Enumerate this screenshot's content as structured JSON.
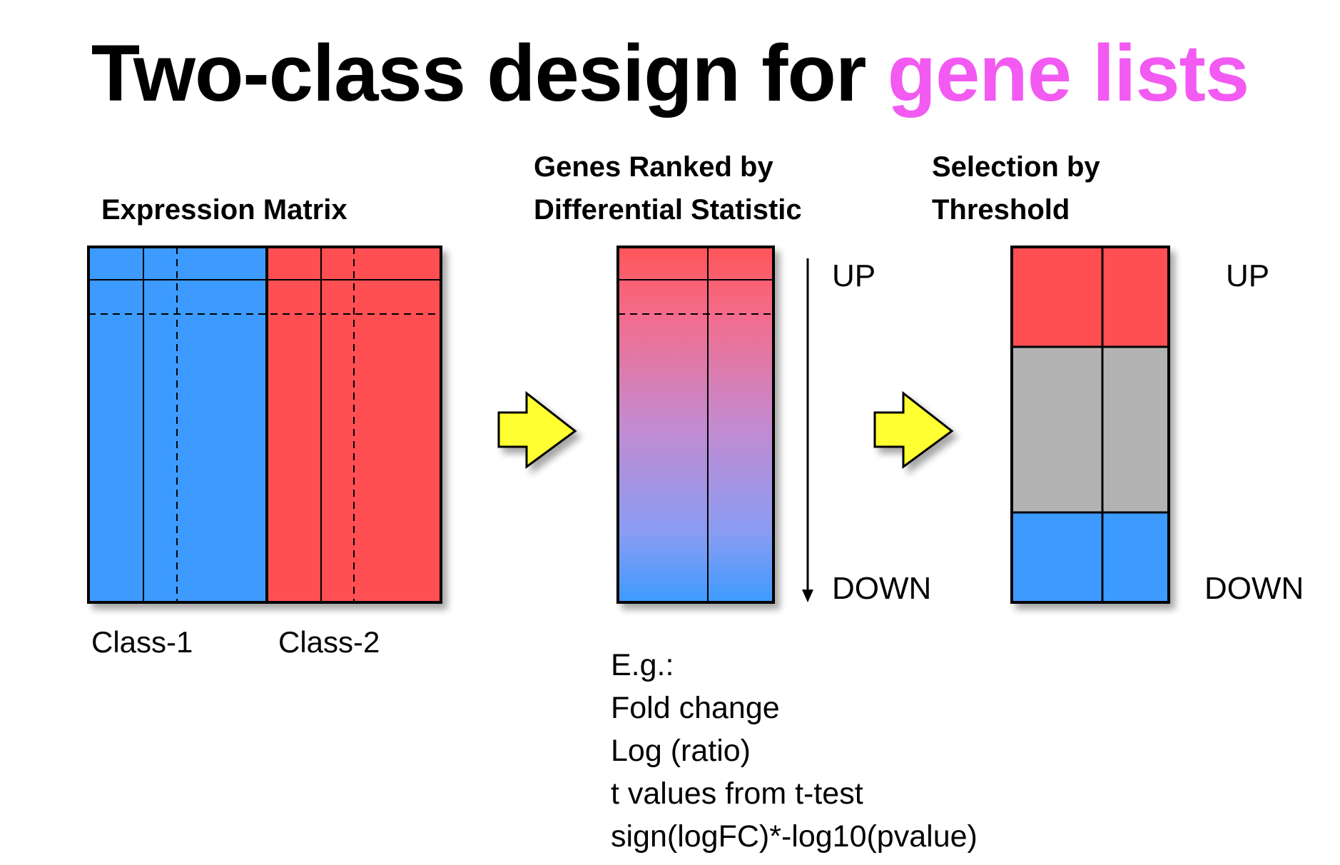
{
  "title": {
    "main": "Two-class design for ",
    "accent": "gene lists"
  },
  "expression_matrix": {
    "heading": "Expression Matrix",
    "class1_label": "Class-1",
    "class2_label": "Class-2"
  },
  "ranked": {
    "heading_line1": "Genes Ranked by",
    "heading_line2": "Differential Statistic",
    "up_label": "UP",
    "down_label": "DOWN"
  },
  "selection": {
    "heading_line1": "Selection by",
    "heading_line2": "Threshold",
    "up_label": "UP",
    "down_label": "DOWN"
  },
  "examples": [
    "E.g.:",
    "Fold change",
    "Log (ratio)",
    "t values from  t-test",
    "sign(logFC)*-log10(pvalue)"
  ],
  "colors": {
    "class1": "#3d9bff",
    "class2": "#ff5053",
    "neutral": "#b3b3b3",
    "arrow": "#ffff33",
    "accent": "#f25af2"
  }
}
